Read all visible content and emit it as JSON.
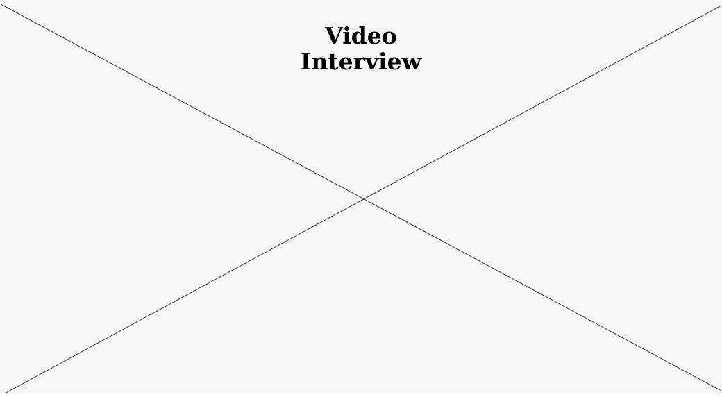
{
  "placeholder": {
    "title_line1": "Video",
    "title_line2": "Interview",
    "background_color": "#f7f7f7",
    "line_color": "#333333",
    "icon": "image-placeholder-cross"
  }
}
